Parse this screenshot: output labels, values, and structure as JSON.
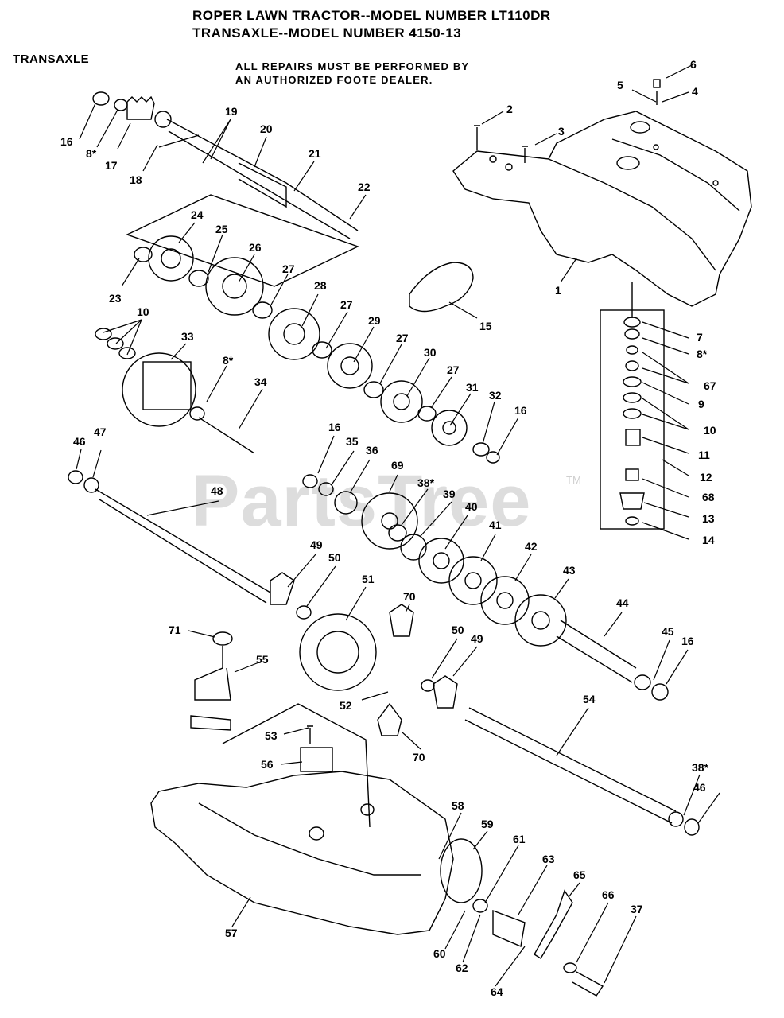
{
  "header": {
    "title_line1": "ROPER LAWN TRACTOR--MODEL NUMBER LT110DR",
    "title_line2": "TRANSAXLE--MODEL NUMBER 4150-13",
    "section_label": "TRANSAXLE",
    "note_line1": "ALL REPAIRS MUST BE PERFORMED BY",
    "note_line2": "AN AUTHORIZED FOOTE DEALER."
  },
  "watermark": {
    "text": "PartsTree",
    "trademark": "TM"
  },
  "callouts": [
    "16",
    "8*",
    "17",
    "18",
    "19",
    "20",
    "21",
    "22",
    "2",
    "3",
    "5",
    "6",
    "4",
    "1",
    "24",
    "25",
    "26",
    "23",
    "27",
    "28",
    "15",
    "10",
    "33",
    "8*",
    "27",
    "29",
    "27",
    "30",
    "27",
    "31",
    "32",
    "16",
    "34",
    "7",
    "8*",
    "67",
    "9",
    "10",
    "11",
    "12",
    "68",
    "13",
    "14",
    "46",
    "47",
    "48",
    "16",
    "35",
    "36",
    "69",
    "38*",
    "39",
    "40",
    "41",
    "42",
    "43",
    "49",
    "50",
    "51",
    "70",
    "71",
    "55",
    "44",
    "45",
    "16",
    "50",
    "49",
    "52",
    "70",
    "53",
    "56",
    "54",
    "38*",
    "46",
    "58",
    "59",
    "61",
    "63",
    "65",
    "66",
    "37",
    "57",
    "60",
    "62",
    "64"
  ]
}
